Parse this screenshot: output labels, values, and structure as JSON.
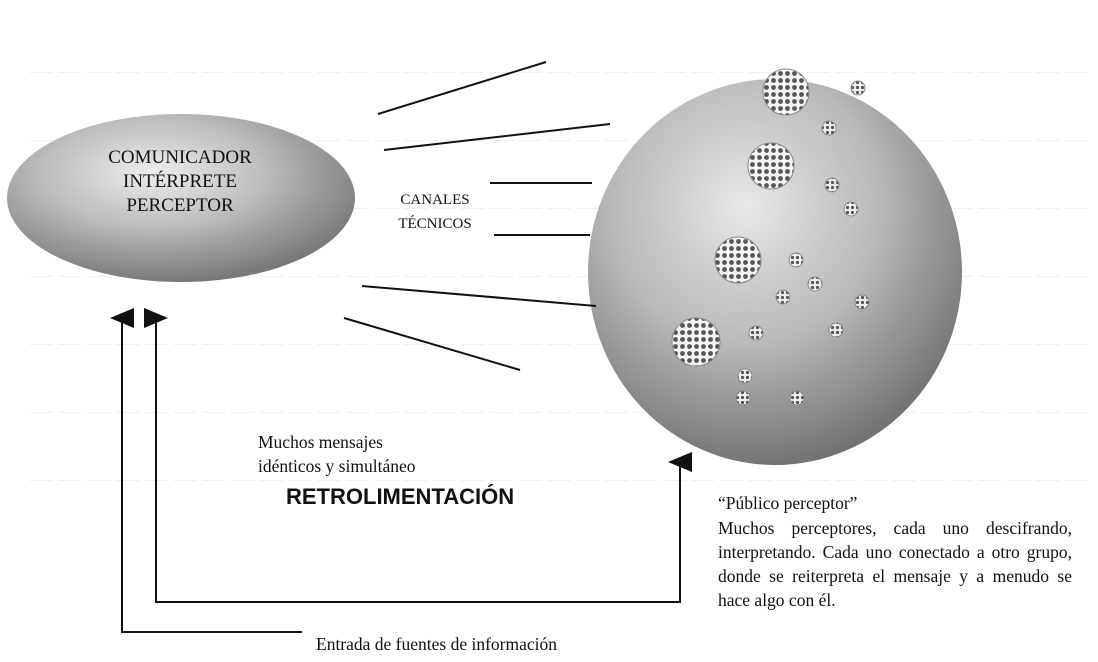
{
  "communicator": {
    "line1": "COMUNICADOR",
    "line2": "INTÉRPRETE",
    "line3": "PERCEPTOR"
  },
  "channels": {
    "line1": "CANALES",
    "line2": "TÉCNICOS"
  },
  "messages": {
    "line1": "Muchos mensajes",
    "line2": "idénticos y simultáneo"
  },
  "feedback_label": "RETROLIMENTACIÓN",
  "public": {
    "title": "“Público perceptor”",
    "description": "Muchos perceptores, cada uno descifrando, interpretando. Cada uno conectado a otro grupo, donde se reiterpreta el mensaje y a menudo se hace algo con él."
  },
  "input_sources_label": "Entrada de fuentes de información",
  "colors": {
    "ellipse_fill": "#9a9a9a",
    "ellipse_highlight": "#e6e6e6",
    "lines": "#111111"
  }
}
